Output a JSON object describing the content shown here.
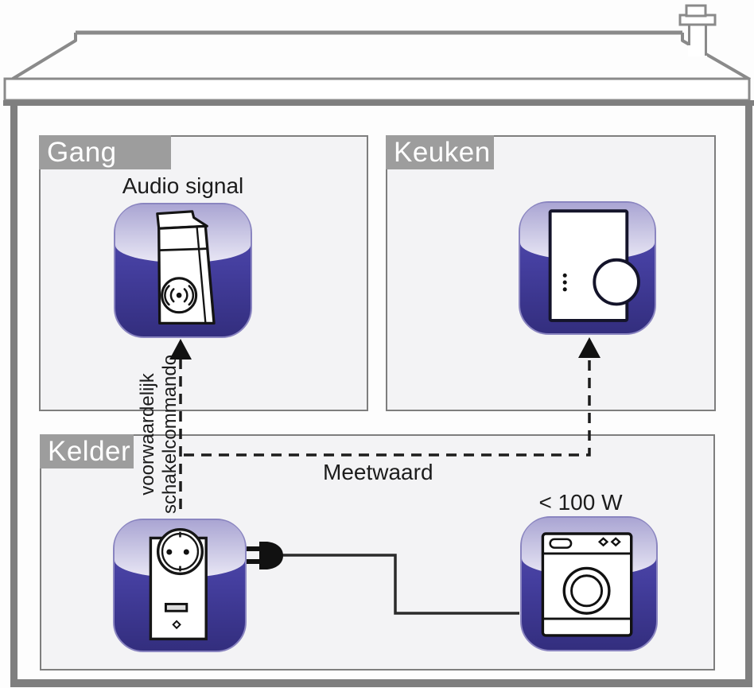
{
  "diagram": {
    "rooms": [
      {
        "label": "Gang"
      },
      {
        "label": "Keuken"
      },
      {
        "label": "Kelder"
      }
    ],
    "devices": [
      {
        "name": "wireless-siren",
        "label": "Audio signal"
      },
      {
        "name": "thermostat"
      },
      {
        "name": "smart-plug"
      },
      {
        "name": "washing-machine",
        "label": "< 100 W"
      }
    ],
    "connections": [
      {
        "from": "smart-plug",
        "to": "wireless-siren",
        "style": "dashed-arrow",
        "label_lines": [
          "voorwaardelijk",
          "schakelcommando"
        ]
      },
      {
        "from": "smart-plug",
        "to": "thermostat",
        "style": "dashed-arrow",
        "label": "Meetwaard"
      },
      {
        "from": "smart-plug",
        "to": "washing-machine",
        "style": "power-cable"
      }
    ],
    "colors": {
      "tile_dark": "#332e7e",
      "tile_mid": "#453fa0",
      "tile_gloss": "#e9e7f5",
      "room_fill": "#f3f3f5",
      "label_bar": "#9d9d9d",
      "wall_gray": "#7f7f7f",
      "line_black": "#1c1c1c"
    }
  }
}
